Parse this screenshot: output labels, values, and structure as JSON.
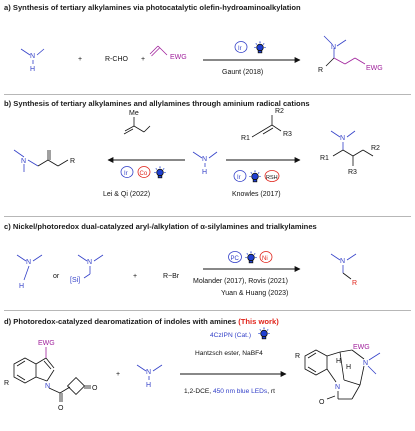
{
  "sections": [
    {
      "label": "a)",
      "title": "Synthesis of tertiary alkylamines via photocatalytic olefin-hydroaminoalkylation",
      "reagent_plus1": "+",
      "reagent_aldehyde": "R-CHO",
      "reagent_plus2": "+",
      "olefin_label": "EWG",
      "catalyst": "Ir",
      "citation": "Gaunt (2018)",
      "product_R": "R",
      "product_EWG": "EWG",
      "amine_N": "N",
      "amine_H": "H",
      "product_N": "N"
    },
    {
      "label": "b)",
      "title": "Synthesis of tertiary alkylamines and allylamines through aminium radical cations",
      "left_reagent": "Me",
      "left_cat1": "Ir",
      "left_cat2": "Co",
      "left_citation": "Lei & Qi (2022)",
      "left_product_R": "R",
      "right_cat1": "Ir",
      "right_cat2": "RSH",
      "right_citation": "Knowles (2017)",
      "right_R1": "R1",
      "right_R2": "R2",
      "right_R3": "R3",
      "prod_R1": "R1",
      "prod_R2": "R2",
      "prod_R3": "R3",
      "amine_N": "N",
      "amine_H": "H",
      "left_product_N": "N",
      "right_product_N": "N"
    },
    {
      "label": "c)",
      "title": "Nickel/photoredox dual-catalyzed aryl-/alkylation of α-silylamines and trialkylamines",
      "or_text": "or",
      "si_text": "[Si]",
      "plus": "+",
      "halide": "R−Br",
      "cat1": "PC",
      "cat2": "Ni",
      "citation1": "Molander (2017), Rovis (2021)",
      "citation2": "Yuan & Huang (2023)",
      "prod_R": "R",
      "amine1_N": "N",
      "amine1_H": "H",
      "amine2_N": "N",
      "product_N": "N"
    },
    {
      "label": "d)",
      "title": "Photoredox-catalyzed dearomatization of indoles with amines",
      "title_highlight": "(This work)",
      "cond1": "4CzIPN (Cat.)",
      "cond2": "Hantzsch ester, NaBF4",
      "cond3_a": "1,2-DCE, ",
      "cond3_b": "450 nm blue LEDs",
      "cond3_c": ", rt",
      "sm_EWG": "EWG",
      "sm_R": "R",
      "sm_N": "N",
      "sm_O1": "O",
      "sm_O2": "O",
      "plus": "+",
      "amine_N": "N",
      "amine_H": "H",
      "prod_EWG": "EWG",
      "prod_R": "R",
      "prod_H1": "H",
      "prod_H2": "H",
      "prod_N1": "N",
      "prod_N2": "N",
      "prod_O": "O"
    }
  ],
  "colors": {
    "blue": "#3340c8",
    "purple": "#a0219c",
    "red": "#e0241b",
    "bulb": "#1f3fd1",
    "arrow": "#111111"
  }
}
